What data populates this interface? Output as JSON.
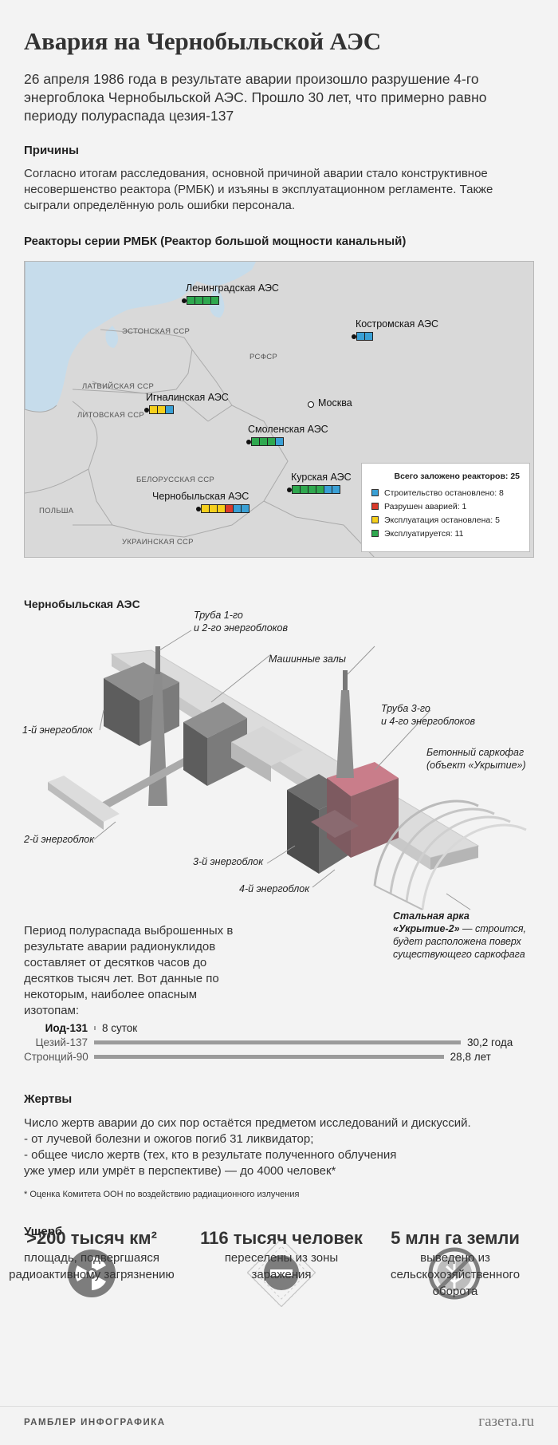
{
  "title": "Авария на Чернобыльской АЭС",
  "lead": "26 апреля 1986 года в результате аварии произошло разрушение 4-го энергоблока Чернобыльской АЭС. Прошло 30 лет, что примерно равно периоду полураспада цезия-137",
  "causes": {
    "heading": "Причины",
    "text": "Согласно итогам расследования, основной причиной аварии стало конструктивное несовершенство реактора (РМБК) и изъяны в эксплуатационном регламенте. Также сыграли определённую роль ошибки персонала."
  },
  "reactors": {
    "heading": "Реакторы серии РМБК (Реактор большой мощности канальный)",
    "regions": [
      "ЭСТОНСКАЯ ССР",
      "РСФСР",
      "ЛАТВИЙСКАЯ ССР",
      "ЛИТОВСКАЯ ССР",
      "БЕЛОРУССКАЯ ССР",
      "ПОЛЬША",
      "УКРАИНСКАЯ ССР"
    ],
    "city": "Москва",
    "plants": [
      {
        "name": "Ленинградская АЭС",
        "cells": [
          "green",
          "green",
          "green",
          "green"
        ]
      },
      {
        "name": "Костромская АЭС",
        "cells": [
          "blue",
          "blue"
        ]
      },
      {
        "name": "Игналинская АЭС",
        "cells": [
          "yellow",
          "yellow",
          "blue"
        ]
      },
      {
        "name": "Смоленская АЭС",
        "cells": [
          "green",
          "green",
          "green",
          "blue"
        ]
      },
      {
        "name": "Курская АЭС",
        "cells": [
          "green",
          "green",
          "green",
          "green",
          "blue",
          "blue"
        ]
      },
      {
        "name": "Чернобыльская АЭС",
        "cells": [
          "yellow",
          "yellow",
          "yellow",
          "red",
          "blue",
          "blue"
        ]
      }
    ],
    "legend": {
      "title": "Всего заложено реакторов: 25",
      "items": [
        {
          "color": "blue",
          "label": "Строительство остановлено: 8"
        },
        {
          "color": "red",
          "label": "Разрушен аварией: 1"
        },
        {
          "color": "yellow",
          "label": "Эксплуатация остановлена: 5"
        },
        {
          "color": "green",
          "label": "Эксплуатируется: 11"
        }
      ]
    },
    "colors": {
      "blue": "#3aa0d5",
      "red": "#d93a2b",
      "yellow": "#f5cf1c",
      "green": "#2fa84f"
    }
  },
  "npp": {
    "heading": "Чернобыльская АЭС",
    "labels": {
      "stack12": "Труба 1-го\nи 2-го энергоблоков",
      "halls": "Машинные залы",
      "unit1": "1-й энергоблок",
      "stack34": "Труба 3-го\nи 4-го энергоблоков",
      "sarcophagus": "Бетонный саркофаг\n(объект «Укрытие»)",
      "unit2": "2-й энергоблок",
      "unit3": "3-й энергоблок",
      "unit4": "4-й энергоблок",
      "arch_title": "Стальная арка «Укрытие-2»",
      "arch_text": " — строится, будет расположена поверх существующего саркофага"
    }
  },
  "halflife": {
    "text": "Период полураспада выброшенных в результате аварии радионуклидов составляет от десятков часов до десятков тысяч лет. Вот данные по некоторым, наиболее опасным изотопам:",
    "isotopes": [
      {
        "name": "Иод-131",
        "value": "8 суток",
        "years": 0.022
      },
      {
        "name": "Цезий-137",
        "value": "30,2 года",
        "years": 30.2
      },
      {
        "name": "Стронций-90",
        "value": "28,8 лет",
        "years": 28.8
      }
    ]
  },
  "victims": {
    "heading": "Жертвы",
    "lines": [
      "Число жертв аварии до сих пор остаётся предметом исследований и дискуссий.",
      "- от лучевой болезни и ожогов погиб 31 ликвидатор;",
      "- общее число жертв (тех, кто в результате полученного облучения",
      "уже умер или умрёт в перспективе) —  до 4000 человек*"
    ],
    "footnote": "* Оценка Комитета ООН по воздействию радиационного излучения"
  },
  "damage": {
    "heading": "Ущерб",
    "items": [
      {
        "icon": "radiation-icon",
        "big": "&gt;200 тысяч км²",
        "small": "площадь, подвергшаяся радиоактивному загрязнению"
      },
      {
        "icon": "no-entry-icon",
        "big": "116 тысяч человек",
        "small": "переселены из зоны заражения"
      },
      {
        "icon": "crossed-plant-icon",
        "big": "5 млн га земли",
        "small": "выведено из сельскохозяйственного оборота"
      }
    ]
  },
  "footer": {
    "left": "РАМБЛЕР ИНФОГРАФИКА",
    "right": "газета.ru"
  }
}
